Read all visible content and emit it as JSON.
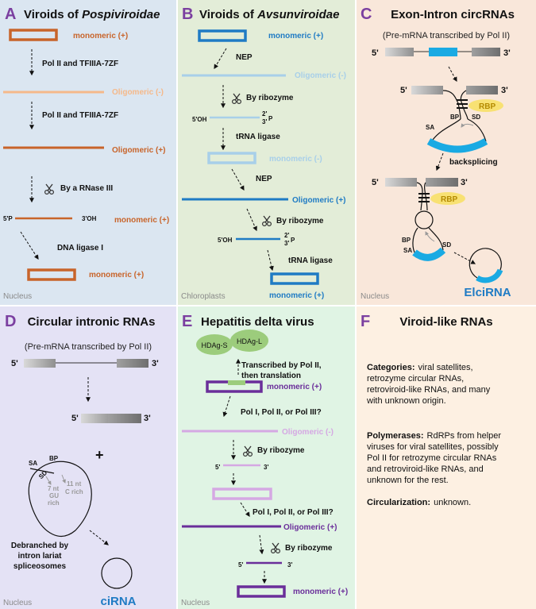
{
  "colors": {
    "panel_a_bg": "#dbe6f1",
    "panel_b_bg": "#e3edd8",
    "panel_c_bg": "#f9e7da",
    "panel_d_bg": "#e4e2f5",
    "panel_e_bg": "#e0f4e4",
    "panel_f_bg": "#fdf0e2",
    "orange": "#c8642a",
    "light_orange": "#f5b98a",
    "blue": "#1f7bc4",
    "light_blue": "#a8cfe9",
    "cyan": "#1aaae3",
    "purple": "#6a2e9a",
    "light_purple": "#d5a8e3",
    "panel_letter": "#7b3fa0",
    "green_blob": "#9ccc7c"
  },
  "panel_a": {
    "letter": "A",
    "title_prefix": "Viroids of ",
    "title_italic": "Pospiviroidae",
    "location": "Nucleus",
    "labels": {
      "monomeric_top": "monomeric (+)",
      "step1": "Pol II and TFIIIA-7ZF",
      "oligomeric_minus": "Oligomeric (-)",
      "step2": "Pol II and TFIIIA-7ZF",
      "oligomeric_plus": "Oligomeric (+)",
      "step3": "By a RNase III",
      "end5": "5'P",
      "end3": "3'OH",
      "monomeric_linear": "monomeric (+)",
      "step4": "DNA ligase I",
      "monomeric_bottom": "monomeric (+)"
    }
  },
  "panel_b": {
    "letter": "B",
    "title_prefix": "Viroids of ",
    "title_italic": "Avsunviroidae",
    "location": "Chloroplasts",
    "labels": {
      "monomeric_top": "monomeric (+)",
      "step1": "NEP",
      "oligomeric_minus": "Oligomeric (-)",
      "step2": "By ribozyme",
      "end5a": "5'OH",
      "end2a": "2'",
      "end3a": "3'",
      "pa": "P",
      "step3": "tRNA ligase",
      "monomeric_minus": "monomeric (-)",
      "step4": "NEP",
      "oligomeric_plus": "Oligomeric (+)",
      "step5": "By ribozyme",
      "end5b": "5'OH",
      "end2b": "2'",
      "end3b": "3'",
      "pb": "P",
      "step6": "tRNA ligase",
      "monomeric_bottom": "monomeric (+)"
    }
  },
  "panel_c": {
    "letter": "C",
    "title": "Exon-Intron circRNAs",
    "subtitle": "(Pre-mRNA transcribed by Pol II)",
    "location": "Nucleus",
    "labels": {
      "five": "5'",
      "three": "3'",
      "rbp1": "RBP",
      "sa1": "SA",
      "bp1": "BP",
      "sd1": "SD",
      "backsplicing": "backsplicing",
      "rbp2": "RBP",
      "bp2": "BP",
      "sa2": "SA",
      "sd2": "SD",
      "product": "ElciRNA"
    }
  },
  "panel_d": {
    "letter": "D",
    "title": "Circular intronic RNAs",
    "subtitle": "(Pre-mRNA transcribed by Pol II)",
    "location": "Nucleus",
    "labels": {
      "five": "5'",
      "three": "3'",
      "plus": "+",
      "sa": "SA",
      "bp": "BP",
      "sd": "SD",
      "seven": "7 nt",
      "gu1": "GU",
      "gu2": "rich",
      "eleven": "11 nt",
      "c1": "C rich",
      "debranch1": "Debranched by",
      "debranch2": "intron lariat",
      "debranch3": "spliceosomes",
      "product": "ciRNA"
    }
  },
  "panel_e": {
    "letter": "E",
    "title": "Hepatitis delta virus",
    "location": "Nucleus",
    "labels": {
      "hdag_s": "HDAg-S",
      "hdag_l": "HDAg-L",
      "transcribed1": "Transcribed by Pol II,",
      "transcribed2": "then translation",
      "monomeric_top": "monomeric (+)",
      "step1": "Pol I, Pol II, or Pol III?",
      "oligomeric_minus": "Oligomeric (-)",
      "step2": "By ribozyme",
      "end5a": "5'",
      "end3a": "3'",
      "step3": "Pol I, Pol II, or Pol III?",
      "oligomeric_plus": "Oligomeric (+)",
      "step4": "By ribozyme",
      "end5b": "5'",
      "end3b": "3'",
      "monomeric_bottom": "monomeric (+)"
    }
  },
  "panel_f": {
    "letter": "F",
    "title": "Viroid-like RNAs",
    "categories_label": "Categories:",
    "categories_lines": [
      "viral satellites,",
      "retrozyme circular RNAs,",
      "retroviroid-like RNAs, and many",
      "with unknown origin."
    ],
    "polymerases_label": "Polymerases:",
    "polymerases_lines": [
      "RdRPs from helper",
      "viruses for viral satellites, possibly",
      "Pol II for retrozyme circular RNAs",
      "and retroviroid-like RNAs, and",
      "unknown for the rest."
    ],
    "circ_label": "Circularization:",
    "circ_text": "unknown."
  }
}
